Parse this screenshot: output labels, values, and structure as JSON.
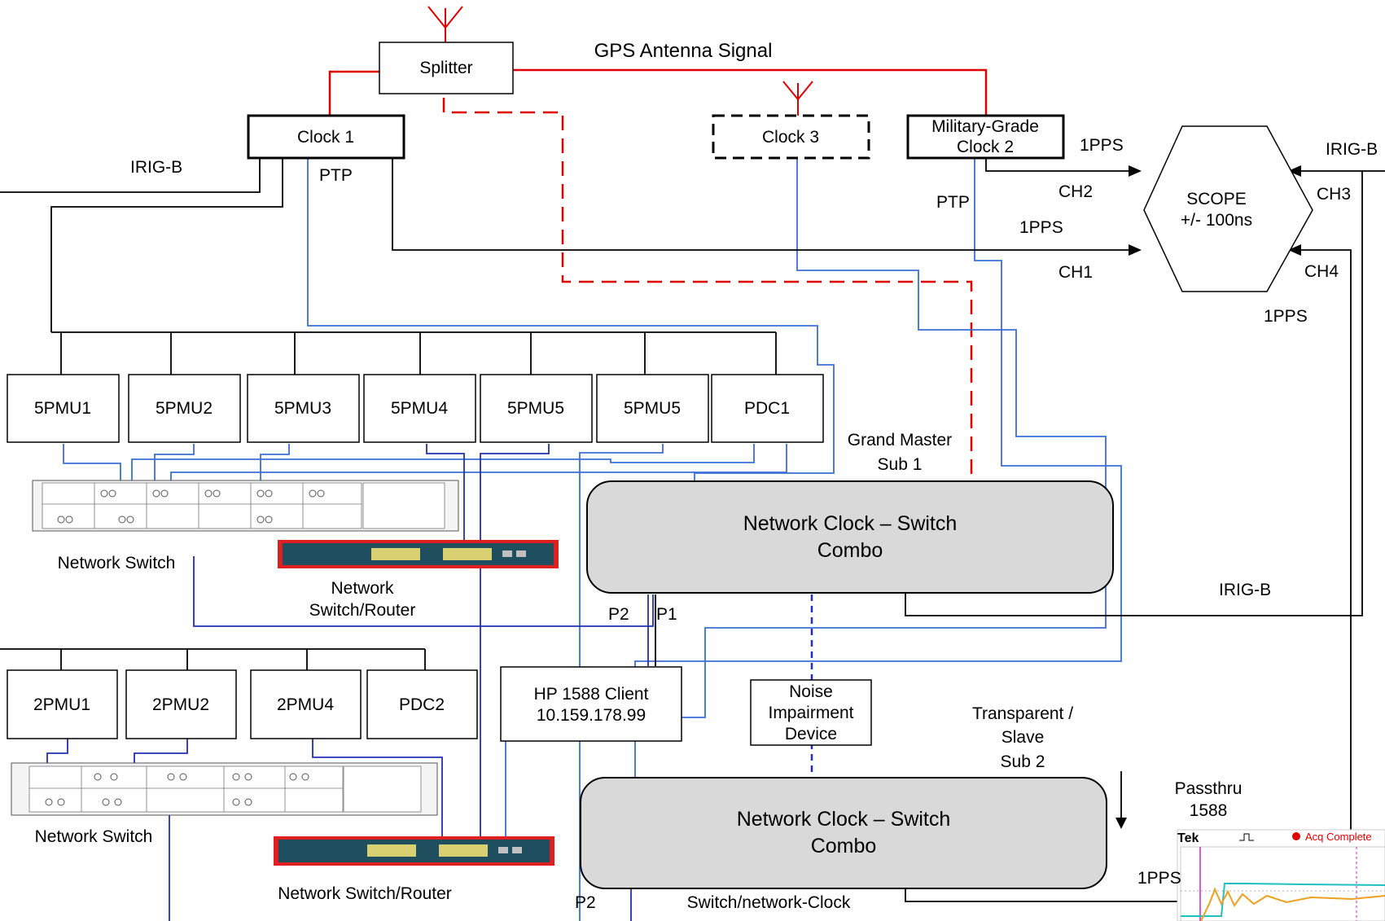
{
  "title": "GPS Antenna Signal",
  "colors": {
    "gps_signal": "#e00000",
    "ptp_link": "#3a6fd8",
    "dark_link": "#2030b0",
    "wire": "#000000",
    "combo_fill": "#d9d9d9",
    "router_red": "#e02020",
    "router_body": "#1f4e5f",
    "scope_cyan": "#20c0c0",
    "scope_orange": "#f0a020"
  },
  "splitter": "Splitter",
  "clocks": {
    "clock1": "Clock 1",
    "clock3": "Clock 3",
    "clock2_line1": "Military-Grade",
    "clock2_line2": "Clock 2"
  },
  "links": {
    "irig_b_left": "IRIG-B",
    "ptp_clock1": "PTP",
    "ptp_clock2": "PTP",
    "pps_clock2": "1PPS",
    "ch2": "CH2",
    "pps_ch1": "1PPS",
    "ch1": "CH1",
    "irig_b_right": "IRIG-B",
    "ch3": "CH3",
    "ch4": "CH4",
    "pps_ch4": "1PPS",
    "irig_b_mid": "IRIG-B",
    "p2_top": "P2",
    "p1_top": "P1",
    "p2_bottom": "P2",
    "pps_bottom": "1PPS"
  },
  "scope": {
    "line1": "SCOPE",
    "line2": "+/- 100ns"
  },
  "pmu_row1": [
    "5PMU1",
    "5PMU2",
    "5PMU3",
    "5PMU4",
    "5PMU5",
    "5PMU5",
    "PDC1"
  ],
  "pmu_row2": [
    "2PMU1",
    "2PMU2",
    "2PMU4",
    "PDC2"
  ],
  "grand_master": {
    "line1": "Grand Master",
    "line2": "Sub 1"
  },
  "combo_top": {
    "line1": "Network Clock – Switch",
    "line2": "Combo"
  },
  "combo_bottom": {
    "line1": "Network Clock – Switch",
    "line2": "Combo"
  },
  "switch_labels": {
    "network_switch_top": "Network Switch",
    "router_top_line1": "Network",
    "router_top_line2": "Switch/Router",
    "network_switch_bottom": "Network Switch",
    "router_bottom": "Network Switch/Router"
  },
  "hp_client": {
    "line1": "HP 1588 Client",
    "line2": "10.159.178.99"
  },
  "noise": {
    "line1": "Noise",
    "line2": "Impairment",
    "line3": "Device"
  },
  "transparent": {
    "line1": "Transparent /",
    "line2": "Slave",
    "line3": "Sub 2"
  },
  "passthru": {
    "line1": "Passthru",
    "line2": "1588"
  },
  "switch_clock_label": "Switch/network-Clock",
  "scope_screen": {
    "brand": "Tek",
    "status": "Acq Complete"
  }
}
